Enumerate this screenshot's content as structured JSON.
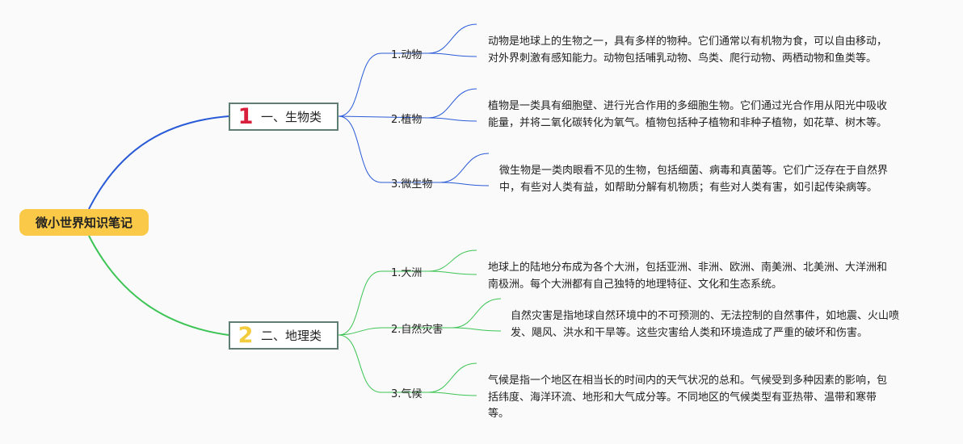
{
  "root": {
    "label": "微小世界知识笔记"
  },
  "branches": [
    {
      "number": "1",
      "label": "一、生物类",
      "color": "#2a5bd7",
      "children": [
        {
          "label": "1.动物",
          "description": "动物是地球上的生物之一，具有多样的物种。它们通常以有机物为食，可以自由移动，对外界刺激有感知能力。动物包括哺乳动物、鸟类、爬行动物、两栖动物和鱼类等。"
        },
        {
          "label": "2.植物",
          "description": "植物是一类具有细胞壁、进行光合作用的多细胞生物。它们通过光合作用从阳光中吸收能量，并将二氧化碳转化为氧气。植物包括种子植物和非种子植物，如花草、树木等。"
        },
        {
          "label": "3.微生物",
          "description": "微生物是一类肉眼看不见的生物，包括细菌、病毒和真菌等。它们广泛存在于自然界中，有些对人类有益，如帮助分解有机物质；有些对人类有害，如引起传染病等。"
        }
      ]
    },
    {
      "number": "2",
      "label": "二、地理类",
      "color": "#3cc454",
      "children": [
        {
          "label": "1.大洲",
          "description": "地球上的陆地分布成为各个大洲，包括亚洲、非洲、欧洲、南美洲、北美洲、大洋洲和南极洲。每个大洲都有自己独特的地理特征、文化和生态系统。"
        },
        {
          "label": "2.自然灾害",
          "description": "自然灾害是指地球自然环境中的不可预测的、无法控制的自然事件，如地震、火山喷发、飓风、洪水和干旱等。这些灾害给人类和环境造成了严重的破坏和伤害。"
        },
        {
          "label": "3.气候",
          "description": "气候是指一个地区在相当长的时间内的天气状况的总和。气候受到多种因素的影响，包括纬度、海洋环流、地形和大气成分等。不同地区的气候类型有亚热带、温带和寒带等。"
        }
      ]
    }
  ]
}
